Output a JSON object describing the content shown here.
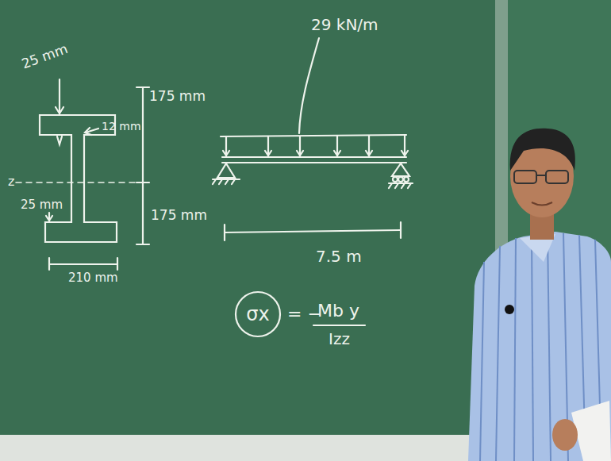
{
  "diagram": {
    "nodes": [
      {
        "text": [
          "σx"
        ]
      }
    ],
    "labels": [
      "25 mm",
      "12 mm",
      "175 mm",
      "z",
      "25 mm",
      "175 mm",
      "210 mm",
      "29 kN/m",
      "7.5 m",
      "= −",
      "Mb y",
      "Izz"
    ]
  }
}
